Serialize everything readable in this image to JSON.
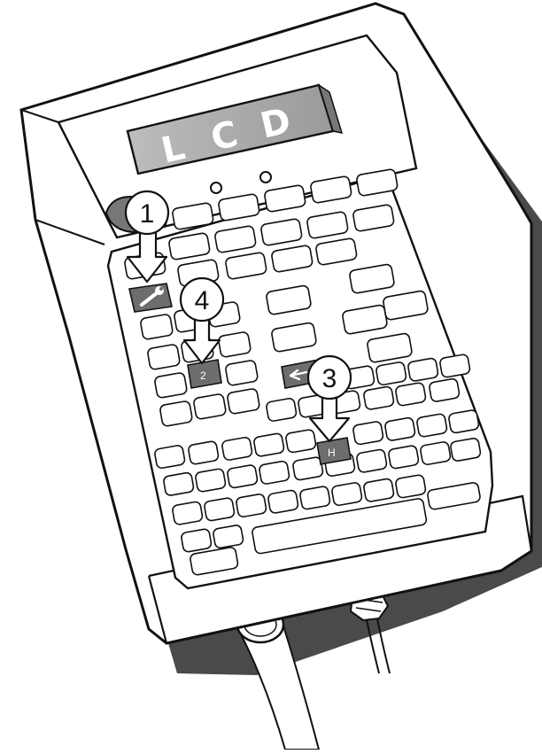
{
  "display": {
    "label": "LCD",
    "letters": [
      "L",
      "C",
      "D"
    ]
  },
  "highlighted_keys": {
    "wrench": {
      "icon": "wrench-icon"
    },
    "number_two": {
      "label": "2"
    },
    "backspace": {
      "icon": "backspace-arrow-icon"
    },
    "letter_h": {
      "label": "H"
    }
  },
  "callouts": [
    {
      "number": "1",
      "target": "wrench-key"
    },
    {
      "number": "4",
      "target": "number-two-key"
    },
    {
      "number": "3",
      "target": "h-key"
    }
  ]
}
